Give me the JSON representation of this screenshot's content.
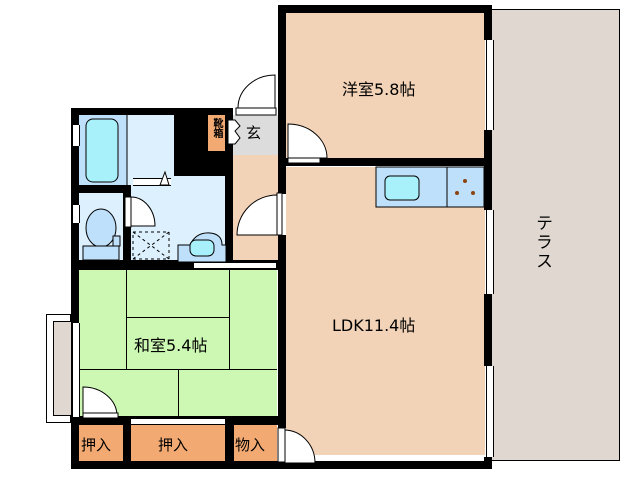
{
  "floorplan": {
    "rooms": {
      "western_room": {
        "label": "洋室5.8帖",
        "type": "Western-style room",
        "size_jo": 5.8
      },
      "ldk": {
        "label": "LDK11.4帖",
        "type": "Living Dining Kitchen",
        "size_jo": 11.4
      },
      "japanese_room": {
        "label": "和室5.4帖",
        "type": "Japanese-style room",
        "size_jo": 5.4
      },
      "terrace": {
        "label": "テラス",
        "type": "Terrace"
      },
      "entrance": {
        "label": "玄",
        "type": "Entrance"
      },
      "shoe_box": {
        "label": "靴箱",
        "type": "Shoe box"
      },
      "closet_left": {
        "label": "押入",
        "type": "Closet"
      },
      "closet_center": {
        "label": "押入",
        "type": "Closet"
      },
      "storage": {
        "label": "物入",
        "type": "Storage"
      }
    },
    "colors": {
      "western_floor": "#F2D3B8",
      "tatami": "#CCF8B4",
      "terrace": "#E0D8D0",
      "wet_area": "#DDF0FD",
      "bath_tub": "#A8F0FA",
      "closet": "#F2AA72",
      "entrance": "#DCDCDC",
      "wall": "#000000",
      "kitchen_counter": "#BFE0FA"
    }
  }
}
